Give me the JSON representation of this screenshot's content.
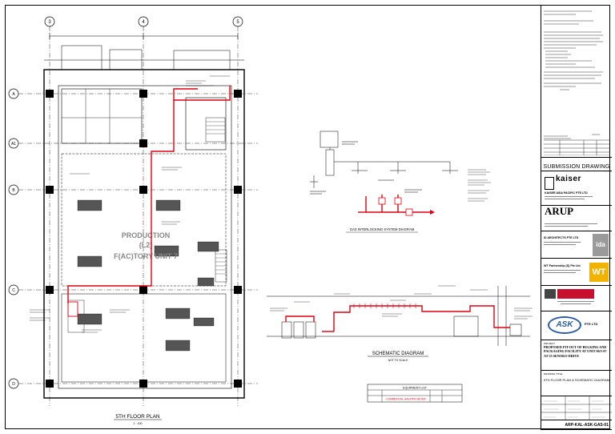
{
  "plan": {
    "grid_columns": [
      "3",
      "4",
      "5"
    ],
    "grid_rows": [
      "A",
      "A1",
      "B",
      "C",
      "D"
    ],
    "room_label_1": "PRODUCTION",
    "room_label_2": "(L2)",
    "room_label_3": "F(AC)TORY UNIT 7",
    "floor_plan_title": "5TH FLOOR PLAN",
    "floor_plan_scale": "1 : 100"
  },
  "gas_diagram": {
    "title": "GAS INTERLOCKING SYSTEM DIAGRAM"
  },
  "schematic": {
    "title": "SCHEMATIC DIAGRAM",
    "subtitle": "NOT TO SCALE",
    "table_title": "EQUIPMENT LIST",
    "table_row": "COMMERCIAL GAS PIPE METER"
  },
  "title_block": {
    "submission": "SUBMISSION DRAWING",
    "kaiser_logo": "kaiser",
    "kaiser_sub": "KAISER ASIA PACIFIC PTE LTD",
    "arup_logo": "ARUP",
    "ida_name": "ID ARCHITECTS PTE LTD",
    "ida_logo": "ida",
    "wt_name": "WT Partnership (S) Pte Ltd",
    "wt_logo": "WT",
    "ask_logo": "ASK",
    "ask_sub": "PTE LTD",
    "project_label": "PROJECT",
    "project_title": "PROPOSED FIT-OUT OF BULKING AND PACKAGING FACILITY AT UNIT 06/5-07 AT 55 SENOKO DRIVE",
    "drawing_label": "DRAWING TITLE",
    "drawing_title": "5TH FLOOR PLAN & SCHEMATIC DIAGRAM",
    "drawing_number": "ARP-KAL-ASK-GAS-01"
  },
  "colors": {
    "line": "#000000",
    "gas_pipe": "#e0000e",
    "wt_yellow": "#f2b200",
    "ask_blue": "#2a5ca8",
    "ida_grey": "#9a9a9a",
    "red_logo": "#c8102e"
  }
}
